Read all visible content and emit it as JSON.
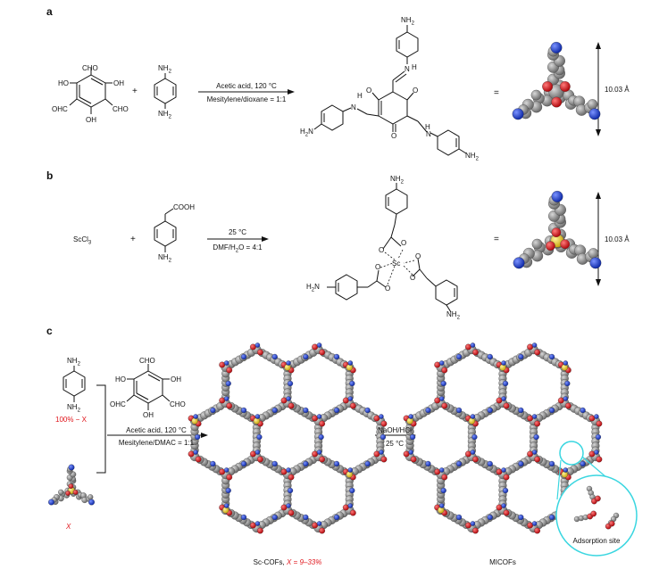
{
  "panels": {
    "a": {
      "letter": "a",
      "cho_top": "CHO",
      "ho_left": "HO",
      "oh_right": "OH",
      "ohc_left": "OHC",
      "cho_right": "CHO",
      "oh_bottom": "OH",
      "plus": "+",
      "nh2_top": "NH2",
      "nh2_bottom": "NH2",
      "cond_top": "Acetic acid, 120 °C",
      "cond_bottom": "Mesitylene/dioxane = 1:1",
      "prod_nh2_top": "NH2",
      "prod_n_top": "N",
      "prod_h_top": "H",
      "prod_h_left": "H",
      "prod_n_left": "N",
      "prod_h2n_left": "H2N",
      "prod_h_right": "H",
      "prod_n_right": "N",
      "prod_nh2_right": "NH2",
      "o1": "O",
      "o2": "O",
      "o3": "O",
      "equals": "=",
      "dimension": "10.03 Å"
    },
    "b": {
      "letter": "b",
      "sccl3": "ScCl3",
      "plus": "+",
      "cooh": "COOH",
      "nh2": "NH2",
      "cond_top": "25 °C",
      "cond_bottom": "DMF/H2O = 4:1",
      "prod_nh2_top": "NH2",
      "sc": "Sc",
      "o_labels": [
        "O",
        "O",
        "O",
        "O",
        "O",
        "O"
      ],
      "prod_h2n_left": "H2N",
      "prod_nh2_right": "NH2",
      "equals": "=",
      "dimension": "10.03 Å"
    },
    "c": {
      "letter": "c",
      "nh2_top": "NH2",
      "nh2_bottom": "NH2",
      "fraction_label": "100% − X",
      "x_label": "X",
      "cho": "CHO",
      "ho": "HO",
      "oh": "OH",
      "ohc": "OHC",
      "cho2": "CHO",
      "oh2": "OH",
      "cond_top": "Acetic acid, 120 °C",
      "cond_bottom": "Mesitylene/DMAC = 1:1",
      "cof_label_prefix": "Sc-COFs, ",
      "cof_label_x": "X = 9–33%",
      "step_top": "NaOH/HCl",
      "step_bottom": "25 °C",
      "micofs_label": "MICOFs",
      "adsorption_label": "Adsorption site"
    }
  },
  "colors": {
    "carbon": "#8a8a8a",
    "oxygen": "#e0151b",
    "nitrogen": "#1f3fd1",
    "scandium": "#f2d21b",
    "highlight": "#3ad6e0"
  }
}
